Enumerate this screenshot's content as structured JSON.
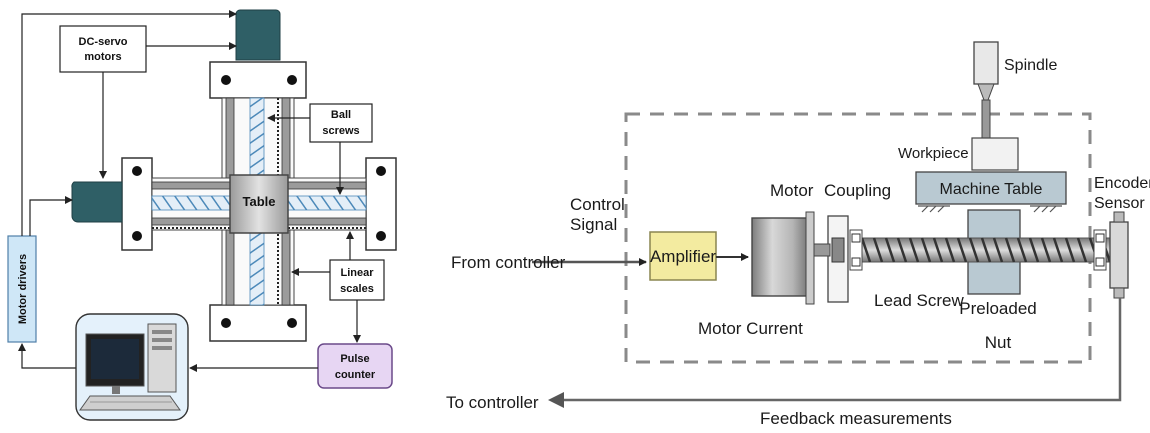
{
  "left": {
    "dc_servo_line1": "DC-servo",
    "dc_servo_line2": "motors",
    "ball_line1": "Ball",
    "ball_line2": "screws",
    "table": "Table",
    "linear_line1": "Linear",
    "linear_line2": "scales",
    "motor_drivers": "Motor drivers",
    "pulse_line1": "Pulse",
    "pulse_line2": "counter"
  },
  "right": {
    "spindle": "Spindle",
    "workpiece": "Workpiece",
    "encoder_line1": "Encoder",
    "encoder_line2": "Sensor",
    "control_line1": "Control",
    "control_line2": "Signal",
    "machine_table": "Machine Table",
    "motor": "Motor",
    "coupling": "Coupling",
    "from_controller": "From controller",
    "amplifier": "Amplifier",
    "motor_current": "Motor Current",
    "lead_screw": "Lead Screw",
    "preloaded_line1": "Preloaded",
    "preloaded_line2": "Nut",
    "to_controller": "To controller",
    "feedback": "Feedback measurements"
  },
  "colors": {
    "motor": "#2f5f66",
    "amplifier": "#f3eba0",
    "pulse_counter": "#e7d6f3",
    "motor_drivers": "#cfe7f7",
    "machine_table": "#b9c9d2",
    "ball_screw_hatch": "#4c89b9"
  }
}
